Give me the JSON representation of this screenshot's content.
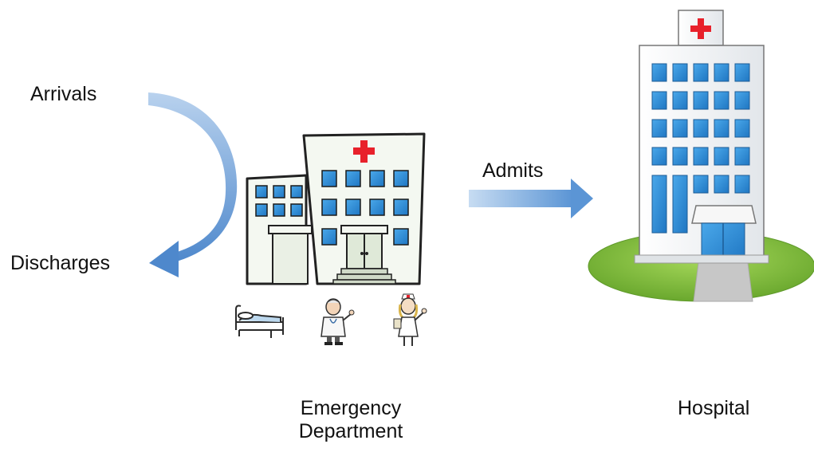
{
  "labels": {
    "arrivals": "Arrivals",
    "discharges": "Discharges",
    "admits": "Admits",
    "emergency_department_line1": "Emergency",
    "emergency_department_line2": "Department",
    "hospital": "Hospital"
  },
  "icons": {
    "flow_arrow": "curved-arrow-icon",
    "admit_arrow": "right-arrow-icon",
    "ed_building": "emergency-department-building-icon",
    "hospital_building": "hospital-building-icon",
    "bed": "hospital-bed-icon",
    "doctor": "doctor-icon",
    "nurse": "nurse-icon"
  },
  "colors": {
    "arrow_blue": "#5b95d5",
    "window_blue": "#2f8fd8",
    "cross_red": "#e8212b",
    "lawn_green": "#8cc63f",
    "building_fill": "#f4f8f1",
    "outline": "#222222"
  }
}
